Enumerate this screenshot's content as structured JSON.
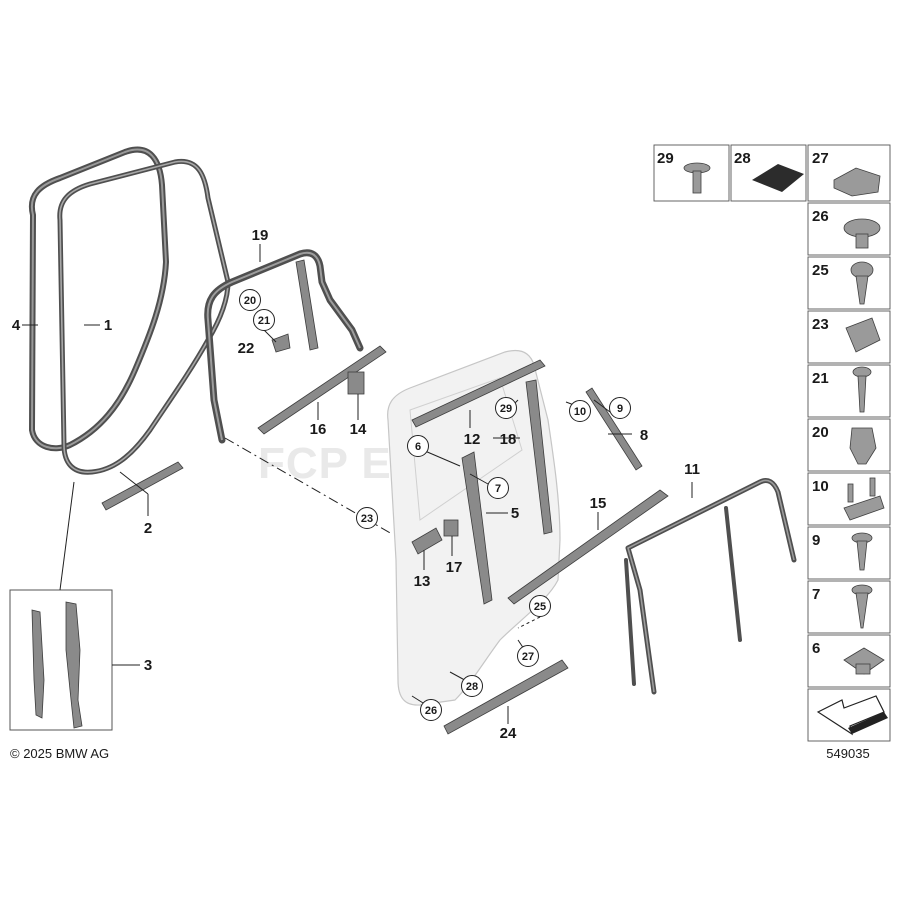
{
  "watermark": "FCP EURO",
  "copyright": "© 2025 BMW AG",
  "diagram_number": "549035",
  "labels": {
    "l1": "1",
    "l2": "2",
    "l3": "3",
    "l4": "4",
    "l5": "5",
    "l6": "6",
    "l7": "7",
    "l8": "8",
    "l9": "9",
    "l10": "10",
    "l11": "11",
    "l12": "12",
    "l13": "13",
    "l14": "14",
    "l15": "15",
    "l16": "16",
    "l17": "17",
    "l18": "18",
    "l19": "19",
    "l20": "20",
    "l21": "21",
    "l22": "22",
    "l23": "23",
    "l24": "24",
    "l25": "25",
    "l26": "26",
    "l27": "27",
    "l28": "28",
    "l29": "29"
  },
  "parts_table": {
    "top_row": [
      "29",
      "28",
      "27"
    ],
    "column": [
      "26",
      "25",
      "23",
      "21",
      "20",
      "10",
      "9",
      "7",
      "6"
    ]
  }
}
